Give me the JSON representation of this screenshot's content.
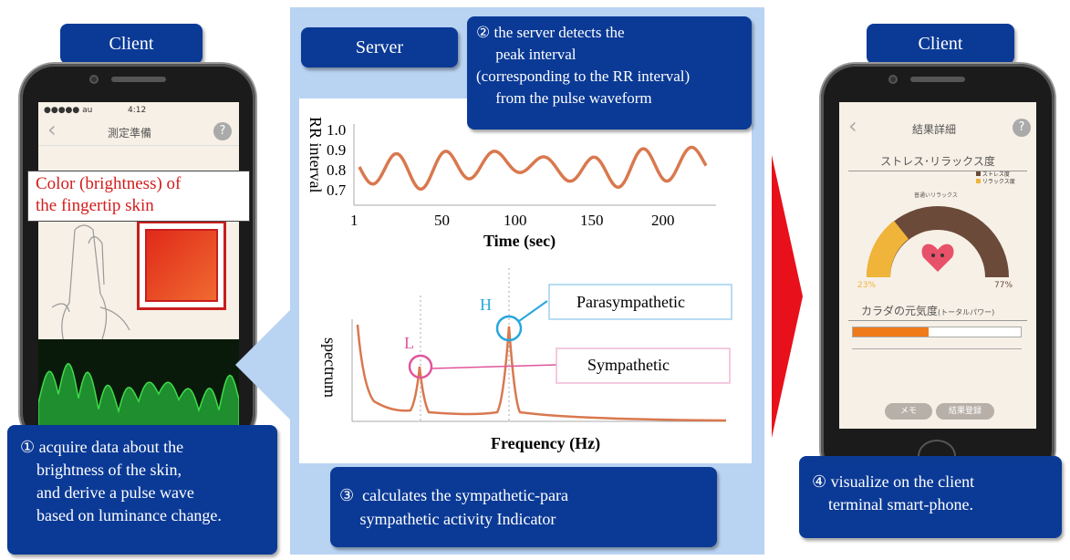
{
  "left": {
    "label": "Client",
    "phone": {
      "status_signal": "●●●●● au",
      "status_time": "4:12",
      "nav_title": "測定準備",
      "nav_help": "?",
      "nav_back": "‹"
    },
    "callout": "Color (brightness) of\nthe fingertip skin",
    "note": "① acquire data about the\n    brightness of the skin,\n    and derive a pulse wave\n    based on luminance change."
  },
  "server": {
    "label": "Server",
    "note_top": "② the server detects the\n     peak interval\n(corresponding to the RR interval)\n     from the pulse waveform",
    "note_bottom": "③  calculates the sympathetic-para\n     sympathetic activity Indicator",
    "rr_chart": {
      "ylabel": "RR interval",
      "xlabel": "Time (sec)",
      "yticks": [
        "1.0",
        "0.9",
        "0.8",
        "0.7"
      ],
      "xticks": [
        "1",
        "50",
        "100",
        "150",
        "200"
      ]
    },
    "spectrum_chart": {
      "ylabel": "spectrum",
      "xlabel": "Frequency (Hz)",
      "peak_l": "L",
      "peak_h": "H",
      "para_label": "Parasympathetic",
      "symp_label": "Sympathetic"
    }
  },
  "right": {
    "label": "Client",
    "phone": {
      "nav_title": "結果詳細",
      "nav_help": "?",
      "nav_back": "‹",
      "section1": "ストレス･リラックス度",
      "legend_stress": "ストレス度",
      "legend_relax": "リラックス度",
      "pct_relax": "23%",
      "pct_stress": "77%",
      "gauge_top": "普通いリラックス",
      "section2": "カラダの元気度",
      "section2_sub": "(トータルパワー)",
      "btn_memo": "メモ",
      "btn_register": "結果登録",
      "energy_level": 0.45
    },
    "note": "④ visualize on the client\n    terminal smart-phone."
  },
  "colors": {
    "navy": "#0b3a96",
    "server_bg": "#b9d3f2",
    "wave": "#d9784e",
    "arrow": "#e8101a",
    "circle_pink": "#e0559b",
    "circle_cyan": "#29a7de"
  }
}
